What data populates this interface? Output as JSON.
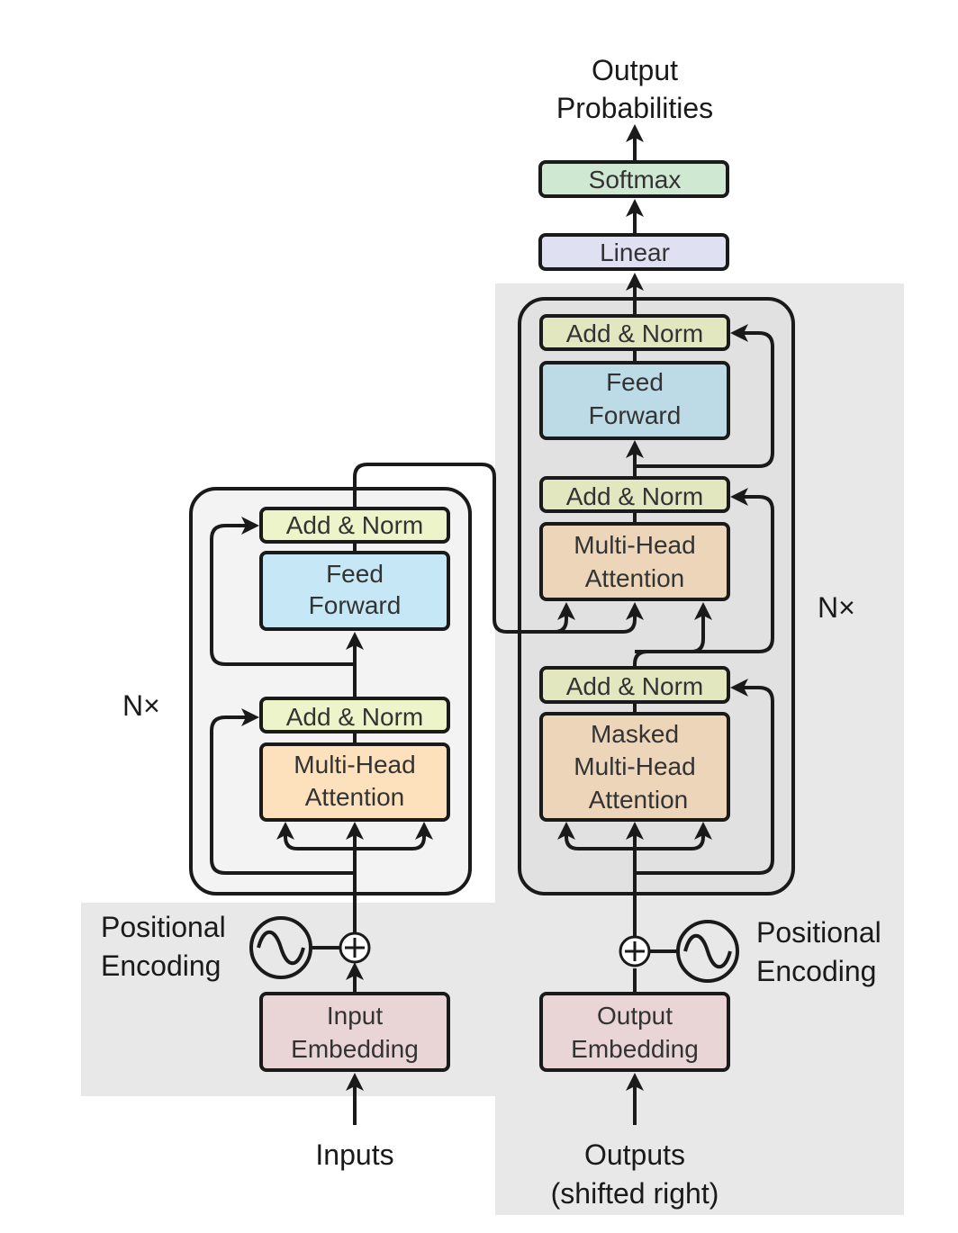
{
  "colors": {
    "add_norm": "#eef4c9",
    "add_norm_decoder": "#e2e7c0",
    "feed_forward": "#c6e7f6",
    "feed_forward_decoder": "#bcdbe7",
    "attention": "#fde1bd",
    "attention_decoder": "#ecd5b8",
    "embedding": "#e9d4d6",
    "linear": "#dfe0f1",
    "softmax": "#cfe8d2",
    "encoder_panel": "#f3f3f3",
    "decoder_panel": "#e1e1e1",
    "background_panel": "#e8e8e8"
  },
  "top": {
    "output_line1": "Output",
    "output_line2": "Probabilities",
    "softmax": "Softmax",
    "linear": "Linear"
  },
  "encoder": {
    "repeat_label": "N×",
    "add_norm_top": "Add & Norm",
    "feed_forward_line1": "Feed",
    "feed_forward_line2": "Forward",
    "add_norm_bottom": "Add & Norm",
    "attention_line1": "Multi-Head",
    "attention_line2": "Attention",
    "positional_line1": "Positional",
    "positional_line2": "Encoding",
    "embedding_line1": "Input",
    "embedding_line2": "Embedding",
    "input_label": "Inputs"
  },
  "decoder": {
    "repeat_label": "N×",
    "add_norm_top": "Add & Norm",
    "feed_forward_line1": "Feed",
    "feed_forward_line2": "Forward",
    "add_norm_middle": "Add & Norm",
    "attention_line1": "Multi-Head",
    "attention_line2": "Attention",
    "add_norm_bottom": "Add & Norm",
    "masked_line1": "Masked",
    "masked_line2": "Multi-Head",
    "masked_line3": "Attention",
    "positional_line1": "Positional",
    "positional_line2": "Encoding",
    "embedding_line1": "Output",
    "embedding_line2": "Embedding",
    "output_line1": "Outputs",
    "output_line2": "(shifted right)"
  }
}
